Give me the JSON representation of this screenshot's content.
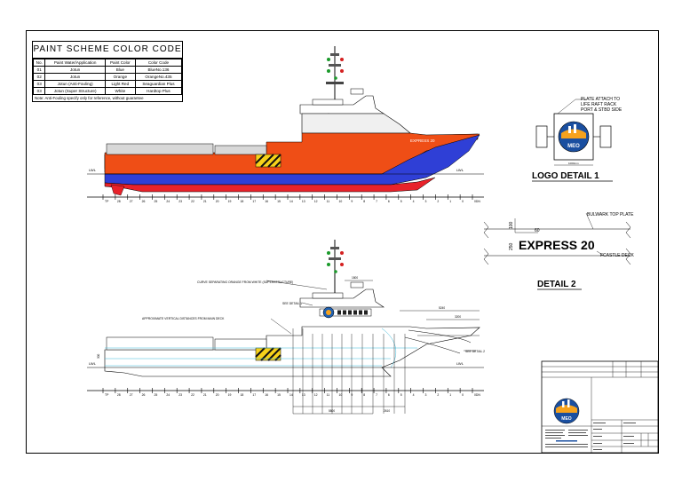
{
  "paint_table": {
    "title": "PAINT SCHEME COLOR CODE",
    "headers": [
      "No.",
      "Paint Water/Application",
      "Paint Color",
      "Color Code"
    ],
    "rows": [
      [
        "01",
        "Jotun",
        "Blue",
        "BlueNo.136"
      ],
      [
        "02",
        "Jotun",
        "Orange",
        "OrangeNo.435"
      ],
      [
        "03",
        "Jotun (Anti-Fouling)",
        "Light Red",
        "Seaguardian Plus"
      ],
      [
        "03",
        "Jotun (Super Structure)",
        "White",
        "Hardtop Plus"
      ]
    ],
    "note": "Note: Anti-Fouling specify only for reference, without guarantee"
  },
  "logo_detail": {
    "callout": [
      "PLATE ATTACH TO",
      "LIFE RAFT RACK",
      "PORT & STBD SIDE"
    ],
    "caption": "LOGO DETAIL 1",
    "dimension": "1000mm",
    "logo_text": "MEO"
  },
  "detail2": {
    "bulwark": "BULWARK TOP PLATE",
    "forecastle": "FCASTLE DECK",
    "name": "EXPRESS 20",
    "dim_100": "100",
    "dim_60": "60",
    "dim_250": "250",
    "caption": "DETAIL 2"
  },
  "top_view": {
    "hull_name": "EXPRESS 20",
    "lwl_left": "LWL",
    "lwl_right": "LWL",
    "stations": [
      "TP",
      "28",
      "27",
      "26",
      "25",
      "24",
      "23",
      "22",
      "21",
      "20",
      "19",
      "18",
      "17",
      "16",
      "15",
      "14",
      "13",
      "12",
      "11",
      "10",
      "9",
      "8",
      "7",
      "6",
      "5",
      "4",
      "3",
      "2",
      "1",
      "0",
      "0DN"
    ]
  },
  "bottom_view": {
    "annotations": {
      "curve": "CURVE SEPARATING ORANGE FROM WHITE (SUPERSTRUCTURE)",
      "see_detail_1": "SEE DETAIL 1",
      "approx": "APPROXIMATE VERTICAL DISTANCES FROM MAIN DECK",
      "see_detail_2": "SEE DETAIL 2"
    },
    "dims": [
      "1800",
      "5240",
      "3200",
      "5800",
      "2610",
      "300"
    ],
    "lwl_left": "LWL",
    "lwl_right": "LWL",
    "stations": [
      "TP",
      "28",
      "27",
      "26",
      "25",
      "24",
      "23",
      "22",
      "21",
      "20",
      "19",
      "18",
      "17",
      "16",
      "15",
      "14",
      "13",
      "12",
      "11",
      "10",
      "9",
      "8",
      "7",
      "6",
      "5",
      "4",
      "3",
      "2",
      "1",
      "0",
      "0DN"
    ]
  },
  "title_block": {
    "logo_text": "MEO"
  },
  "colors": {
    "hull_blue": "#2f3fd6",
    "hull_orange": "#ef4e16",
    "antifoul_red": "#e8222a",
    "deck_grey": "#d8d8d8",
    "hazard_yellow": "#f7d21a"
  }
}
